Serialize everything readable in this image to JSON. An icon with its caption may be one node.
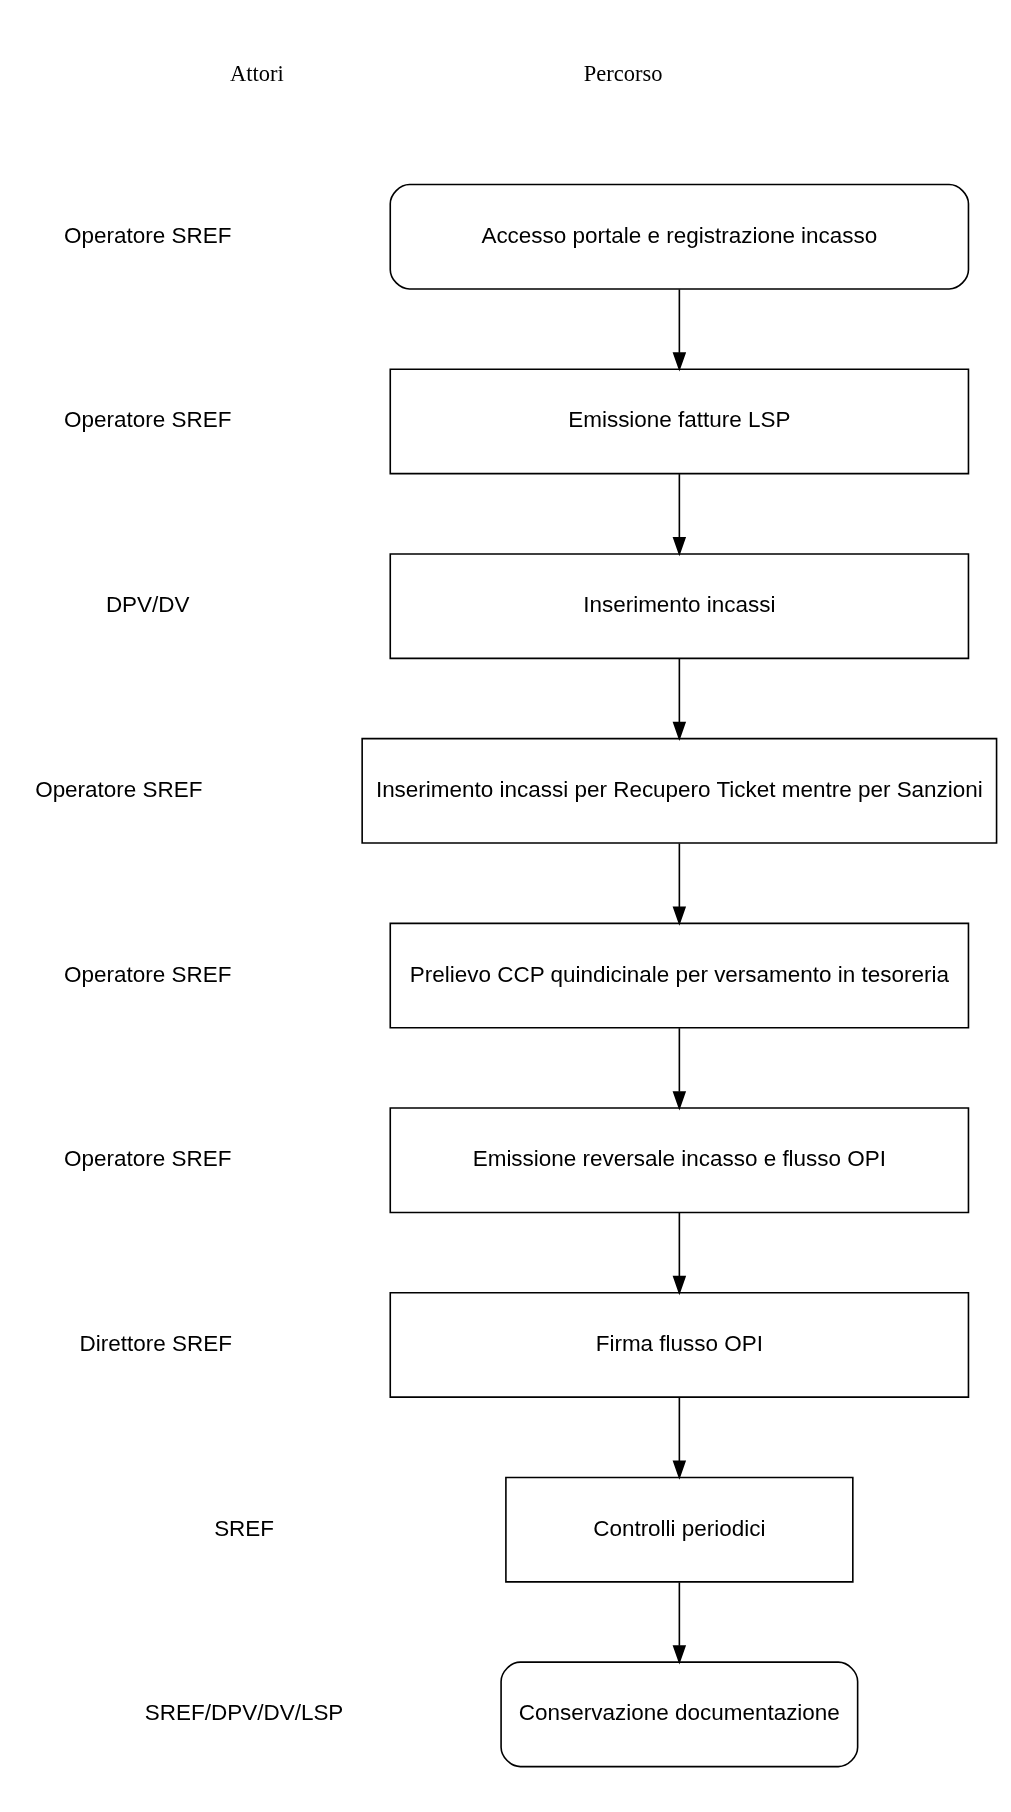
{
  "diagram": {
    "nodes": [
      {
        "text": [
          "Accesso portale e registrazione incasso"
        ]
      },
      {
        "text": [
          "Emissione fatture LSP"
        ]
      },
      {
        "text": [
          "Inserimento incassi"
        ]
      },
      {
        "text": [
          "Inserimento incassi per Recupero Ticket mentre per Sanzioni"
        ]
      },
      {
        "text": [
          "Prelievo CCP quindicinale per versamento in tesoreria"
        ]
      },
      {
        "text": [
          "Emissione reversale incasso e flusso OPI"
        ]
      },
      {
        "text": [
          "Firma flusso OPI"
        ]
      },
      {
        "text": [
          "Controlli periodici"
        ]
      },
      {
        "text": [
          "Conservazione documentazione"
        ]
      }
    ],
    "edges": [
      {
        "from": 0,
        "to": 1,
        "arrow": "to"
      },
      {
        "from": 1,
        "to": 2,
        "arrow": "to"
      },
      {
        "from": 2,
        "to": 3,
        "arrow": "to"
      },
      {
        "from": 3,
        "to": 4,
        "arrow": "to"
      },
      {
        "from": 4,
        "to": 5,
        "arrow": "to"
      },
      {
        "from": 5,
        "to": 6,
        "arrow": "to"
      },
      {
        "from": 6,
        "to": 7,
        "arrow": "to"
      },
      {
        "from": 7,
        "to": 8,
        "arrow": "to"
      }
    ],
    "labels": [
      "Attori",
      "Percorso",
      "Operatore SREF",
      "Operatore SREF",
      "DPV/DV",
      "Operatore SREF",
      "Operatore SREF",
      "Operatore SREF",
      "Direttore SREF",
      "SREF",
      "SREF/DPV/DV/LSP"
    ]
  }
}
